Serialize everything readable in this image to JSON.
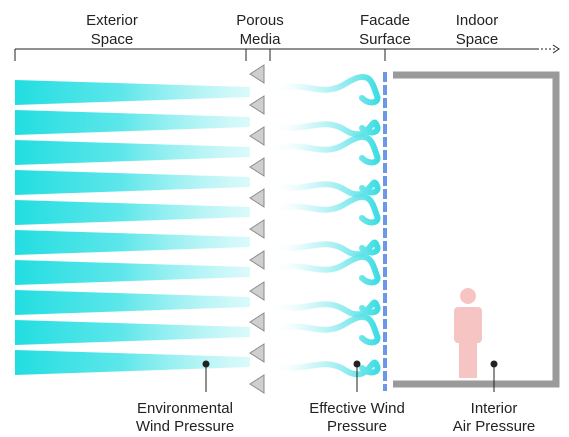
{
  "header": {
    "exterior": [
      "Exterior",
      "Space"
    ],
    "porous": [
      "Porous",
      "Media"
    ],
    "facade": [
      "Facade",
      "Surface"
    ],
    "indoor": [
      "Indoor",
      "Space"
    ]
  },
  "callouts": {
    "environmental": [
      "Environmental",
      "Wind Pressure"
    ],
    "effective": [
      "Effective Wind",
      "Pressure"
    ],
    "interior": [
      "Interior",
      "Air Pressure"
    ]
  },
  "colors": {
    "wind": "#22dde0",
    "facade": "#6d97e8",
    "room_wall": "#9a9a9a",
    "media": "#cfcfcf",
    "person": "#f7c4c4",
    "text": "#222222"
  },
  "icons": {
    "axis_arrow": "dotted-arrow-right-icon",
    "person": "person-icon",
    "media": "porous-cell-icon"
  }
}
